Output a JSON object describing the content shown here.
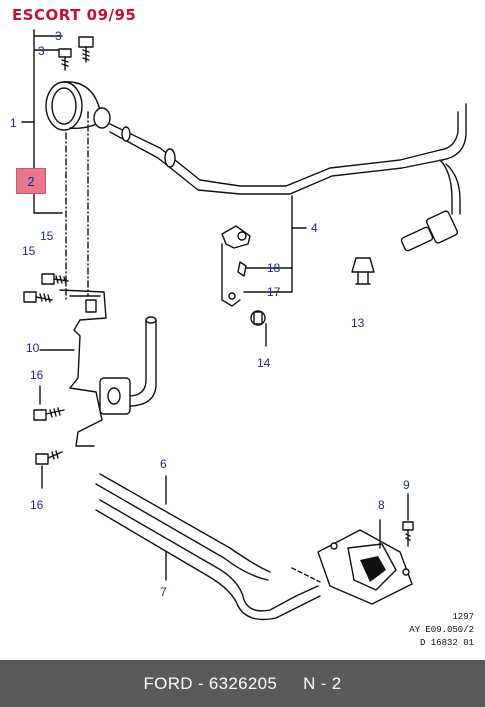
{
  "diagram": {
    "title": "ESCORT 09/95",
    "callouts": [
      {
        "id": "c1",
        "label": "1"
      },
      {
        "id": "c2",
        "label": "2"
      },
      {
        "id": "c3a",
        "label": "3"
      },
      {
        "id": "c3b",
        "label": "3"
      },
      {
        "id": "c4",
        "label": "4"
      },
      {
        "id": "c6",
        "label": "6"
      },
      {
        "id": "c7",
        "label": "7"
      },
      {
        "id": "c8",
        "label": "8"
      },
      {
        "id": "c9",
        "label": "9"
      },
      {
        "id": "c10",
        "label": "10"
      },
      {
        "id": "c13",
        "label": "13"
      },
      {
        "id": "c14",
        "label": "14"
      },
      {
        "id": "c15a",
        "label": "15"
      },
      {
        "id": "c15b",
        "label": "15"
      },
      {
        "id": "c16a",
        "label": "16"
      },
      {
        "id": "c16b",
        "label": "16"
      },
      {
        "id": "c17",
        "label": "17"
      },
      {
        "id": "c18",
        "label": "18"
      }
    ],
    "reference_lines": [
      "1297",
      "AY E09.050/2",
      "D 16832 01"
    ]
  },
  "footer": {
    "brand": "FORD",
    "separator": " - ",
    "part_number": "6326205",
    "position": "N - 2"
  },
  "colors": {
    "title": "#c8102e",
    "callout_text": "#1a2a8c",
    "highlight": "#e8778a",
    "footer_bg": "#5a5a5a"
  }
}
